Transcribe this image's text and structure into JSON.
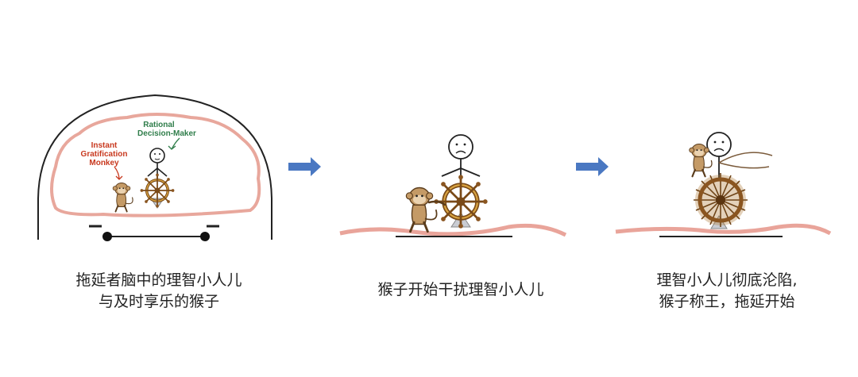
{
  "panel1": {
    "label_rational": [
      "Rational",
      "Decision-Maker"
    ],
    "label_monkey": [
      "Instant",
      "Gratification",
      "Monkey"
    ],
    "caption": [
      "拖延者脑中的理智小人儿",
      "与及时享乐的猴子"
    ]
  },
  "panel2": {
    "caption": [
      "猴子开始干扰理智小人儿"
    ]
  },
  "panel3": {
    "caption": [
      "理智小人儿彻底沦陷,",
      "猴子称王，拖延开始"
    ]
  },
  "colors": {
    "brain_outline": "#e8a79c",
    "ground_wave": "#e9a49a",
    "arrow": "#4a78c2",
    "wheel": "#c8902e",
    "monkey": "#b88a55"
  }
}
